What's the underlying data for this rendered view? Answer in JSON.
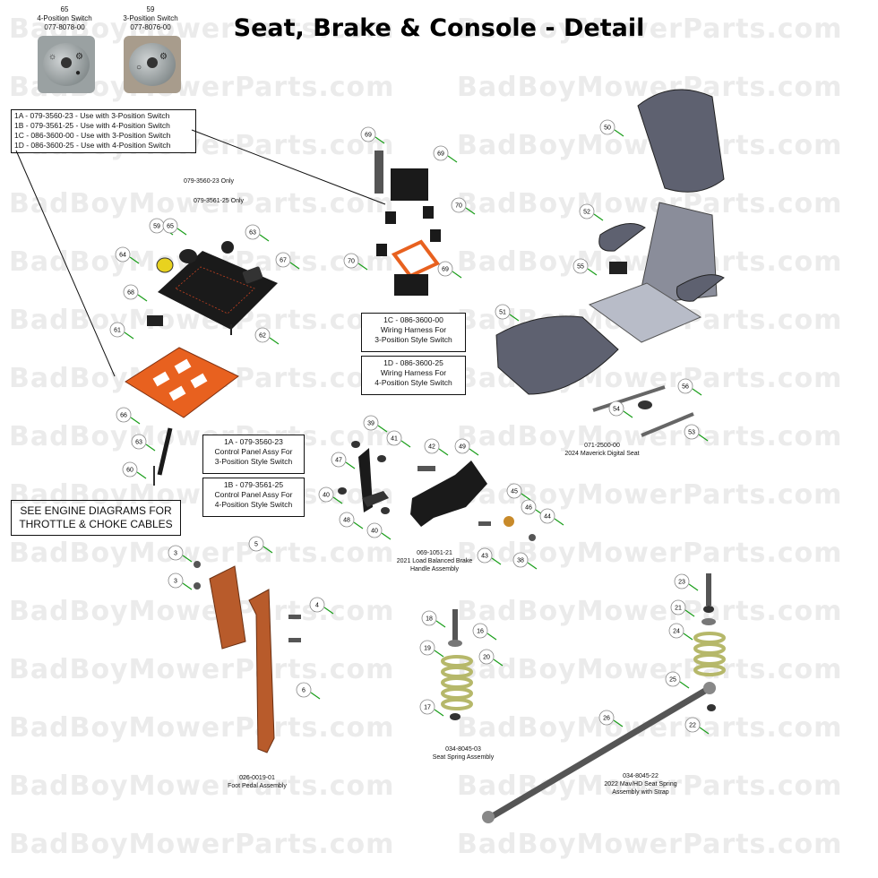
{
  "title": "Seat, Brake & Console - Detail",
  "watermark": "BadBoyMowerParts.com",
  "switches": [
    {
      "num": "65",
      "name": "4-Position Switch",
      "part": "077-8078-00"
    },
    {
      "num": "59",
      "name": "3-Position Switch",
      "part": "077-8076-00"
    }
  ],
  "variant_box": [
    "1A - 079-3560-23 - Use with 3-Position Switch",
    "1B - 079-3561-25 - Use with 4-Position Switch",
    "1C - 086-3600-00 - Use with 3-Position Switch",
    "1D - 086-3600-25 - Use with 4-Position Switch"
  ],
  "boxes": [
    {
      "id": "1c",
      "lines": [
        "1C - 086-3600-00",
        "Wiring Harness For",
        "3-Position Style Switch"
      ]
    },
    {
      "id": "1d",
      "lines": [
        "1D - 086-3600-25",
        "Wiring Harness For",
        "4-Position Style Switch"
      ]
    },
    {
      "id": "1a",
      "lines": [
        "1A - 079-3560-23",
        "Control Panel Assy For",
        "3-Position Style Switch"
      ]
    },
    {
      "id": "1b",
      "lines": [
        "1B - 079-3561-25",
        "Control Panel Assy For",
        "4-Position Style Switch"
      ]
    }
  ],
  "engine_note": [
    "SEE ENGINE DIAGRAMS FOR",
    "THROTTLE & CHOKE CABLES"
  ],
  "switch_notes": [
    "079-3560-23 Only",
    "079-3561-25 Only"
  ],
  "assemblies": [
    {
      "id": "seat",
      "lines": [
        "071-2500-00",
        "2024 Maverick Digital Seat"
      ]
    },
    {
      "id": "brake",
      "lines": [
        "069-1051-21",
        "2021 Load Balanced Brake",
        "Handle Assembly"
      ]
    },
    {
      "id": "pedal",
      "lines": [
        "026-0019-01",
        "Foot Pedal Assembly"
      ]
    },
    {
      "id": "spring",
      "lines": [
        "034-8045-03",
        "Seat Spring Assembly"
      ]
    },
    {
      "id": "strap",
      "lines": [
        "034-8045-22",
        "2022 Mav/HD Seat Spring",
        "Assembly with Strap"
      ]
    }
  ],
  "callouts": [
    "69",
    "69",
    "70",
    "70",
    "69",
    "50",
    "52",
    "55",
    "51",
    "56",
    "54",
    "53",
    "59",
    "65",
    "63",
    "64",
    "67",
    "68",
    "61",
    "62",
    "66",
    "63",
    "60",
    "39",
    "41",
    "42",
    "49",
    "47",
    "40",
    "45",
    "46",
    "44",
    "48",
    "40",
    "43",
    "38",
    "3",
    "5",
    "3",
    "4",
    "6",
    "18",
    "16",
    "19",
    "20",
    "17",
    "23",
    "21",
    "24",
    "25",
    "26",
    "22"
  ],
  "colors": {
    "orange": "#e8611f",
    "copper": "#b85b2b",
    "black": "#1a1a1a",
    "seat": "#5e6170",
    "spring": "#d6d89a",
    "green": "#1a9e1a"
  }
}
